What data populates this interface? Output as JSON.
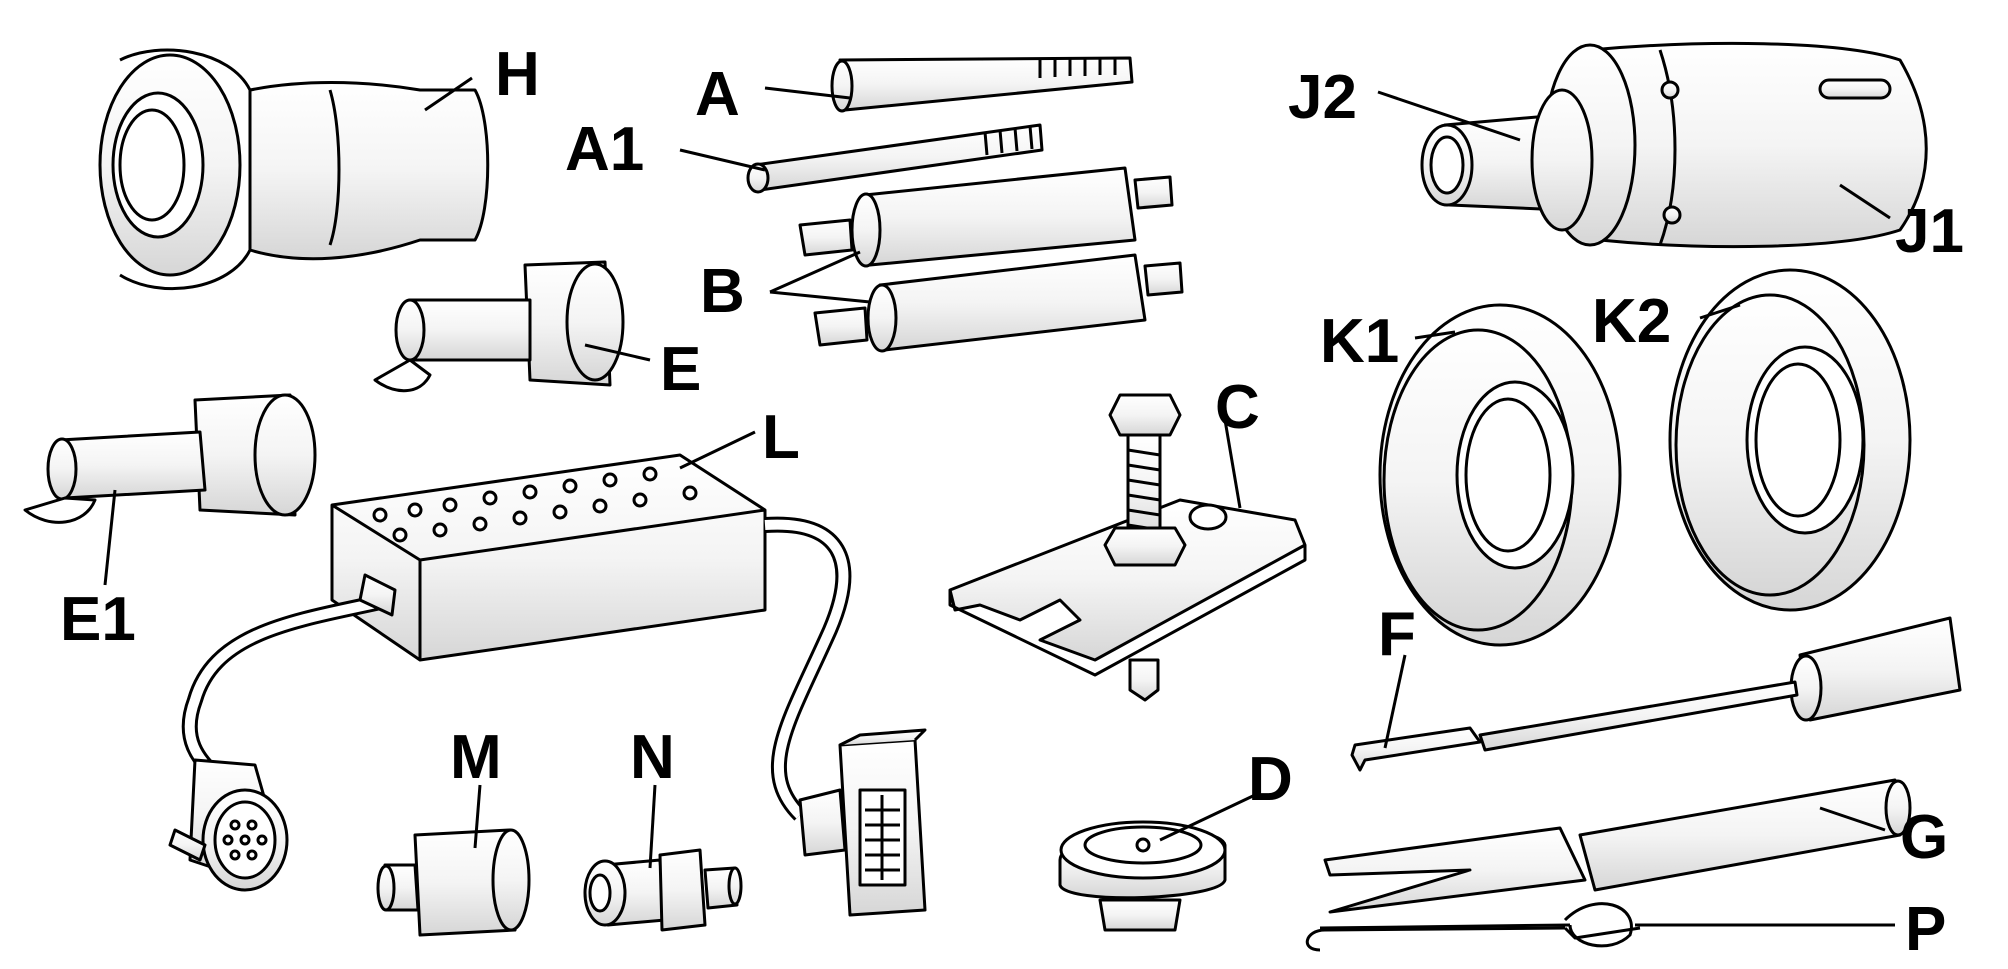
{
  "labels": {
    "H": "H",
    "A": "A",
    "A1": "A1",
    "B": "B",
    "J2": "J2",
    "J1": "J1",
    "K1": "K1",
    "K2": "K2",
    "E": "E",
    "E1": "E1",
    "L": "L",
    "C": "C",
    "F": "F",
    "M": "M",
    "N": "N",
    "D": "D",
    "G": "G",
    "P": "P"
  },
  "colors": {
    "line": "#000000",
    "fill": "#ffffff",
    "shade": "#e6e6e6"
  }
}
